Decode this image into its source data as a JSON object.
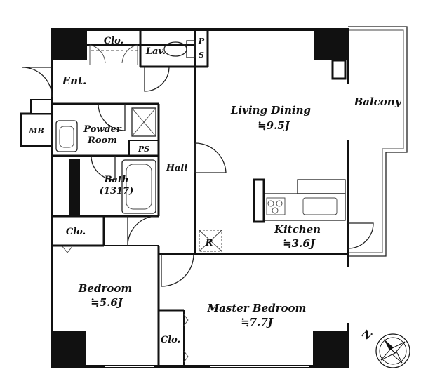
{
  "rooms": {
    "closet_top": "Clo.",
    "lavatory": "Lav.",
    "pipe_space_top_1": "P",
    "pipe_space_top_2": "S",
    "entrance": "Ent.",
    "living_dining": "Living Dining",
    "living_dining_size": "≒9.5J",
    "balcony": "Balcony",
    "meter_box": "MB",
    "powder_room_1": "Powder",
    "powder_room_2": "Room",
    "pipe_space_mid": "PS",
    "hall": "Hall",
    "bath": "Bath",
    "bath_size": "(1317)",
    "kitchen": "Kitchen",
    "kitchen_size": "≒3.6J",
    "closet_left": "Clo.",
    "refrigerator": "R",
    "bedroom": "Bedroom",
    "bedroom_size": "≒5.6J",
    "master_bedroom": "Master Bedroom",
    "master_bedroom_size": "≒7.7J",
    "closet_bottom": "Clo."
  },
  "compass": {
    "label": "N",
    "icon": "compass-rose-icon"
  }
}
